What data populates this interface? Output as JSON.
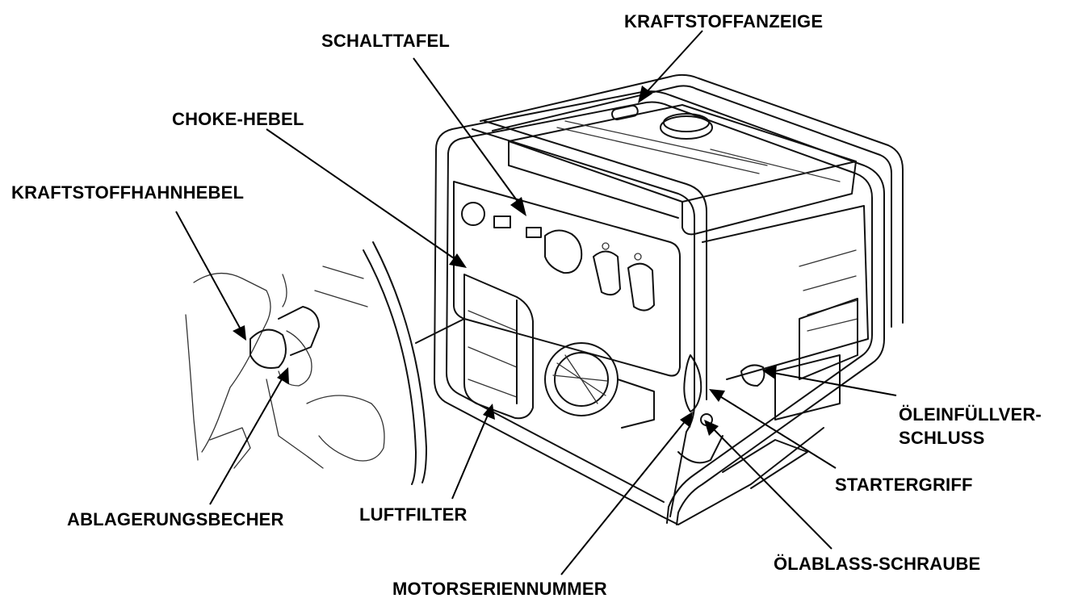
{
  "labels": {
    "kraftstoffanzeige": "KRAFTSTOFFANZEIGE",
    "schalttafel": "SCHALTTAFEL",
    "choke_hebel": "CHOKE-HEBEL",
    "kraftstoffhahnhebel": "KRAFTSTOFFHAHNHEBEL",
    "oeleinfuellverschluss_line1": "ÖLEINFÜLLVER-",
    "oeleinfuellverschluss_line2": "SCHLUSS",
    "startergriff": "STARTERGRIFF",
    "ablagerungsbecher": "ABLAGERUNGSBECHER",
    "luftfilter": "LUFTFILTER",
    "oelablass_schraube": "ÖLABLASS-SCHRAUBE",
    "motorseriennummer": "MOTORSERIENNUMMER"
  }
}
